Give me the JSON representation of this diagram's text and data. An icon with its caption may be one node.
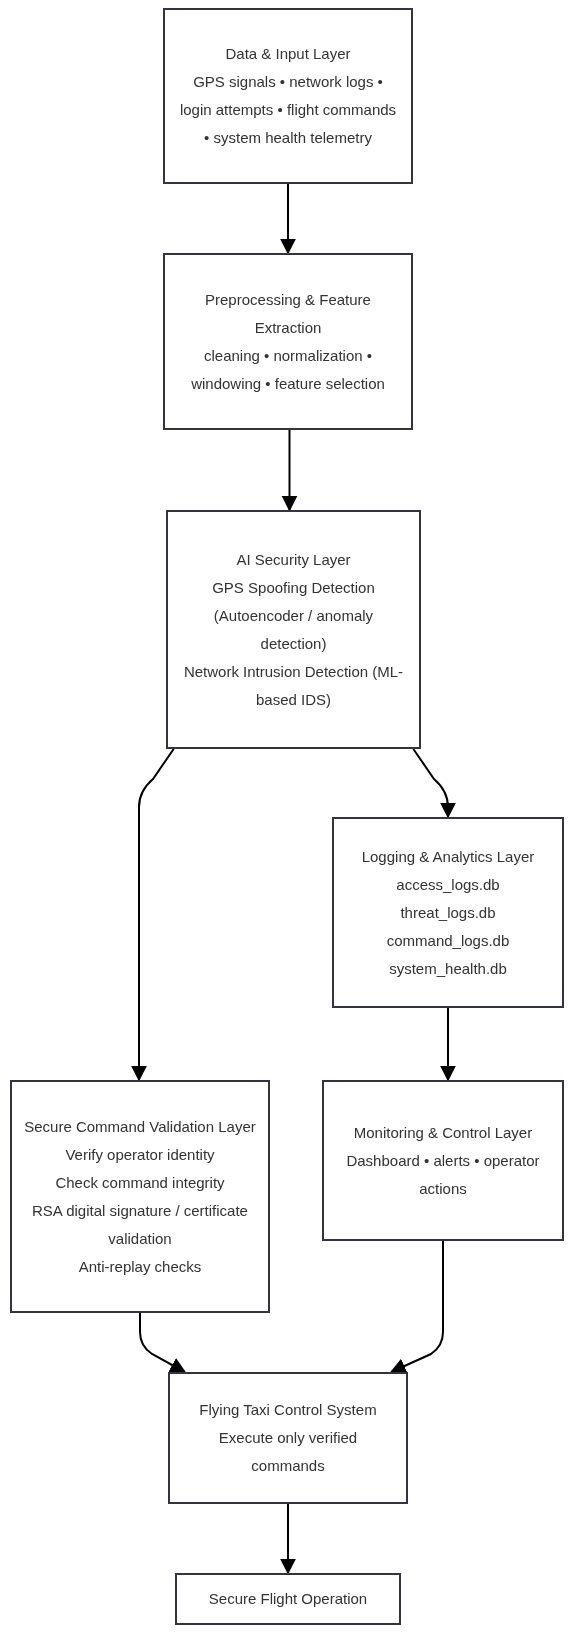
{
  "diagram": {
    "nodes": [
      {
        "text": [
          "Data & Input Layer",
          "GPS signals • network logs • login attempts • flight commands • system health telemetry"
        ]
      },
      {
        "text": [
          "Preprocessing & Feature Extraction",
          "cleaning • normalization • windowing • feature selection"
        ]
      },
      {
        "text": [
          "AI Security Layer",
          "GPS Spoofing Detection (Autoencoder / anomaly detection)",
          "Network Intrusion Detection (ML-based IDS)"
        ]
      },
      {
        "text": [
          "Logging & Analytics Layer",
          "access_logs.db",
          "threat_logs.db",
          "command_logs.db",
          "system_health.db"
        ]
      },
      {
        "text": [
          "Secure Command Validation Layer",
          "Verify operator identity",
          "Check command integrity",
          "RSA digital signature / certificate validation",
          "Anti-replay checks"
        ]
      },
      {
        "text": [
          "Monitoring & Control Layer",
          "Dashboard • alerts • operator actions"
        ]
      },
      {
        "text": [
          "Flying Taxi Control System",
          "Execute only verified commands"
        ]
      },
      {
        "text": [
          "Secure Flight Operation"
        ]
      }
    ],
    "edges": [
      {
        "from": 0,
        "to": 1,
        "arrow": "to"
      },
      {
        "from": 1,
        "to": 2,
        "arrow": "to"
      },
      {
        "from": 2,
        "to": 4,
        "arrow": "to"
      },
      {
        "from": 2,
        "to": 3,
        "arrow": "to"
      },
      {
        "from": 3,
        "to": 5,
        "arrow": "to"
      },
      {
        "from": 4,
        "to": 6,
        "arrow": "to"
      },
      {
        "from": 5,
        "to": 6,
        "arrow": "to"
      },
      {
        "from": 6,
        "to": 7,
        "arrow": "to"
      }
    ]
  }
}
